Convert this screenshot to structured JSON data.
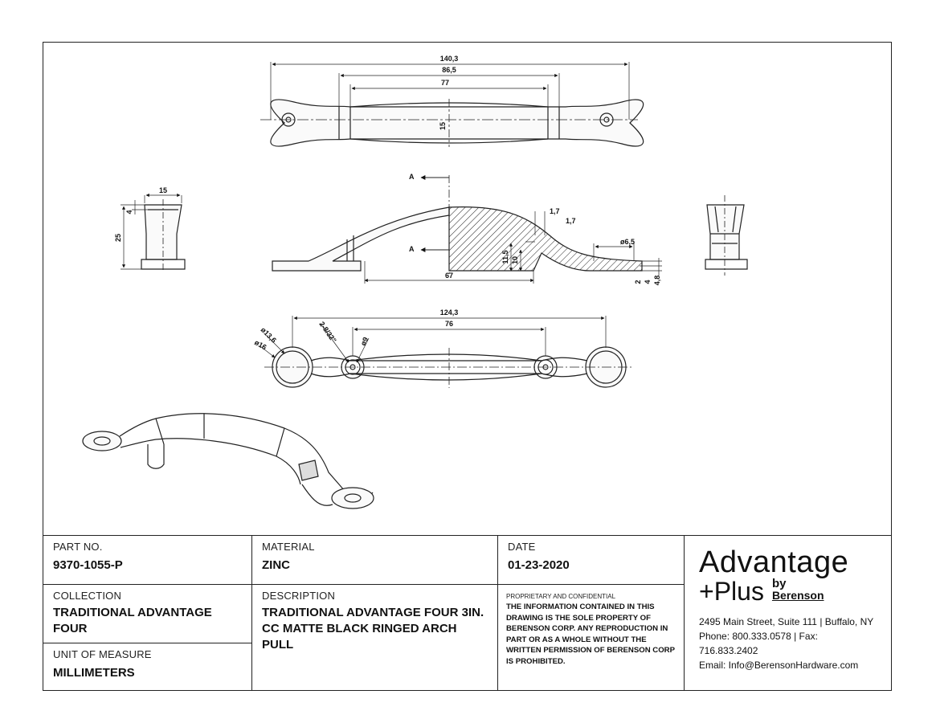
{
  "dimensions": {
    "top_view": {
      "overall": "140,3",
      "mid": "86,5",
      "inner": "77",
      "width": "15"
    },
    "end_view": {
      "width": "15",
      "top": "4",
      "height": "25"
    },
    "section_view": {
      "section_mark": "A",
      "wall1": "1,7",
      "wall2": "1,7",
      "hole": "ø6,5",
      "h1": "11,5",
      "h2": "10",
      "length": "67",
      "b1": "2",
      "b2": "4",
      "b3": "4,8"
    },
    "bottom_view": {
      "overall": "124,3",
      "cc": "76",
      "thread": "2-8/32\"",
      "d1": "ø13,6",
      "d2": "ø16",
      "d3": "ø9"
    }
  },
  "title_block": {
    "part_no": {
      "label": "PART NO.",
      "value": "9370-1055-P"
    },
    "material": {
      "label": "MATERIAL",
      "value": "ZINC"
    },
    "date": {
      "label": "DATE",
      "value": "01-23-2020"
    },
    "collection": {
      "label": "COLLECTION",
      "value": "TRADITIONAL ADVANTAGE FOUR"
    },
    "description": {
      "label": "DESCRIPTION",
      "value": "TRADITIONAL ADVANTAGE FOUR 3IN. CC MATTE BLACK RINGED ARCH PULL"
    },
    "unit": {
      "label": "UNIT OF MEASURE",
      "value": "MILLIMETERS"
    },
    "proprietary": {
      "title": "PROPRIETARY AND CONFIDENTIAL",
      "text": "THE INFORMATION CONTAINED IN THIS DRAWING IS THE SOLE PROPERTY OF BERENSON CORP. ANY REPRODUCTION IN PART OR AS A WHOLE WITHOUT THE WRITTEN PERMISSION OF BERENSON CORP IS PROHIBITED."
    }
  },
  "brand": {
    "line1": "Advantage",
    "line2": "+Plus",
    "by": "by",
    "company": "Berenson",
    "address": "2495 Main Street, Suite 111 | Buffalo, NY",
    "phone": "Phone: 800.333.0578 | Fax: 716.833.2402",
    "email": "Email: Info@BerensonHardware.com"
  },
  "colors": {
    "ink": "#111111",
    "border": "#222222",
    "paper": "#ffffff"
  }
}
